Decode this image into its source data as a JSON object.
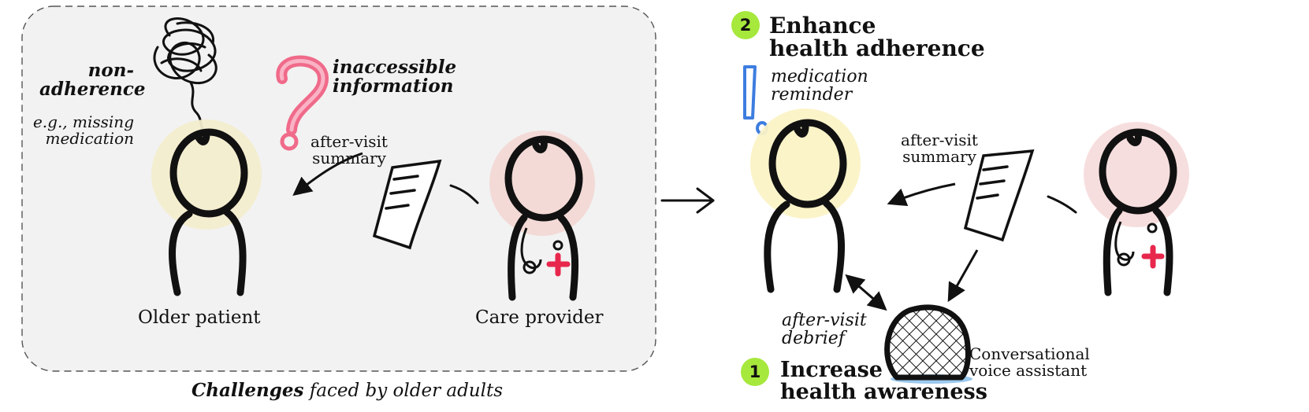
{
  "left_panel": {
    "non_adherence": "non-\nadherence",
    "example": "e.g., missing\nmedication",
    "inaccessible": "inaccessible\ninformation",
    "summary_label": "after-visit\nsummary",
    "patient_label": "Older patient",
    "provider_label": "Care provider"
  },
  "bottom_caption": {
    "bold_part": "Challenges",
    "rest": " faced by older adults"
  },
  "right_panel": {
    "goal_2_number": "2",
    "goal_2_title": "Enhance\nhealth adherence",
    "goal_2_subtitle": "medication\nreminder",
    "summary_label": "after-visit\nsummary",
    "debrief_label": "after-visit\ndebrief",
    "goal_1_number": "1",
    "goal_1_title": "Increase\nhealth awareness",
    "assistant_label": "Conversational\nvoice assistant"
  },
  "colors": {
    "patient_halo": "#fbf3c6",
    "provider_halo": "#f7dcdc",
    "badge": "#a6e83c",
    "question_mark": "#f06a8a",
    "exclamation": "#3d7de0",
    "medical_cross": "#e8274d",
    "panel_bg": "#f2f2f2"
  }
}
